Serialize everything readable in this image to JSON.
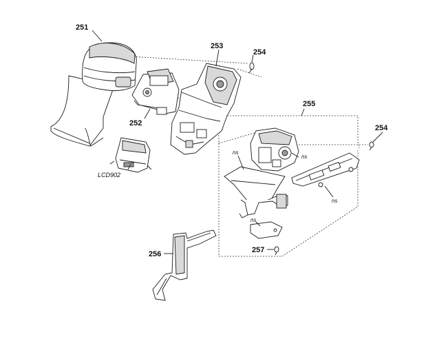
{
  "labels": {
    "p251": "251",
    "p252": "252",
    "p253": "253",
    "p254a": "254",
    "p254b": "254",
    "p255": "255",
    "p256": "256",
    "p257": "257",
    "lcd": "LCD902",
    "ns1": "ns",
    "ns2": "ns",
    "ns3": "ns",
    "ns4": "ns"
  }
}
